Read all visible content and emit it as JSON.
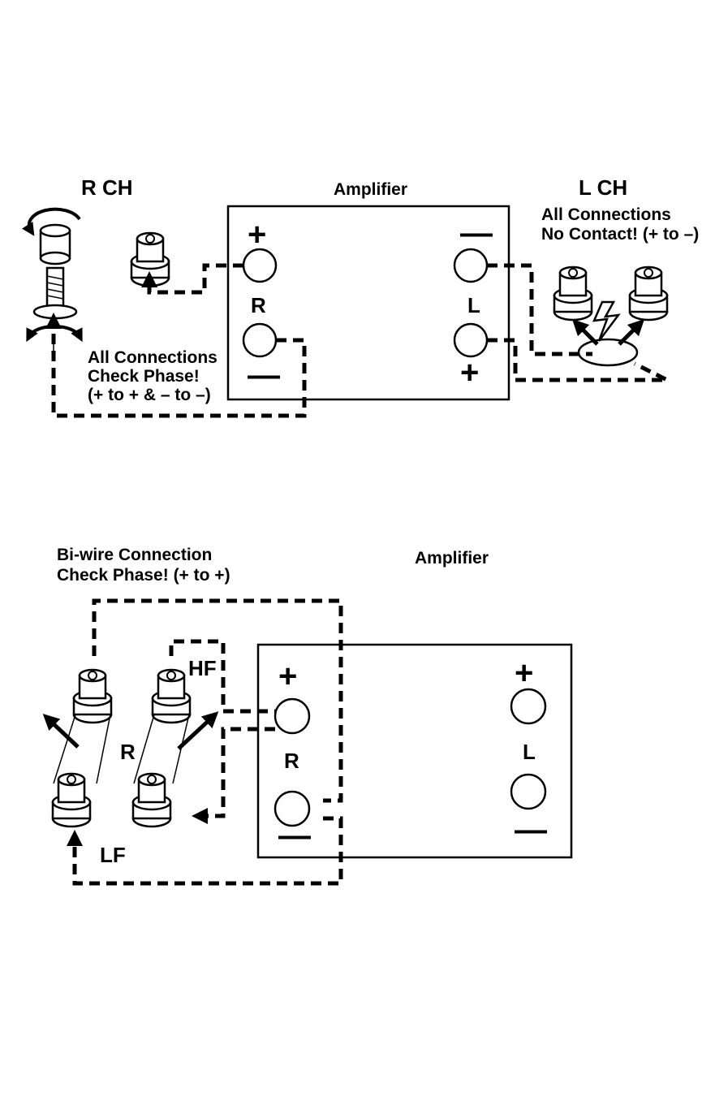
{
  "top_diagram": {
    "r_ch_label": "R CH",
    "l_ch_label": "L CH",
    "amplifier_label": "Amplifier",
    "left_note": [
      "All Connections",
      "Check Phase!",
      "(+ to + & – to –)"
    ],
    "right_note": [
      "All Connections",
      "No Contact! (+ to –)"
    ],
    "amp_r_label": "R",
    "amp_l_label": "L",
    "plus_sign": "+",
    "minus_sign": "—"
  },
  "bottom_diagram": {
    "title_lines": [
      "Bi-wire Connection",
      "Check Phase! (+ to +)"
    ],
    "amplifier_label": "Amplifier",
    "hf_label": "HF",
    "lf_label": "LF",
    "speaker_r_label": "R",
    "amp_r_label": "R",
    "amp_l_label": "L",
    "plus_sign": "+",
    "minus_sign": "—"
  }
}
